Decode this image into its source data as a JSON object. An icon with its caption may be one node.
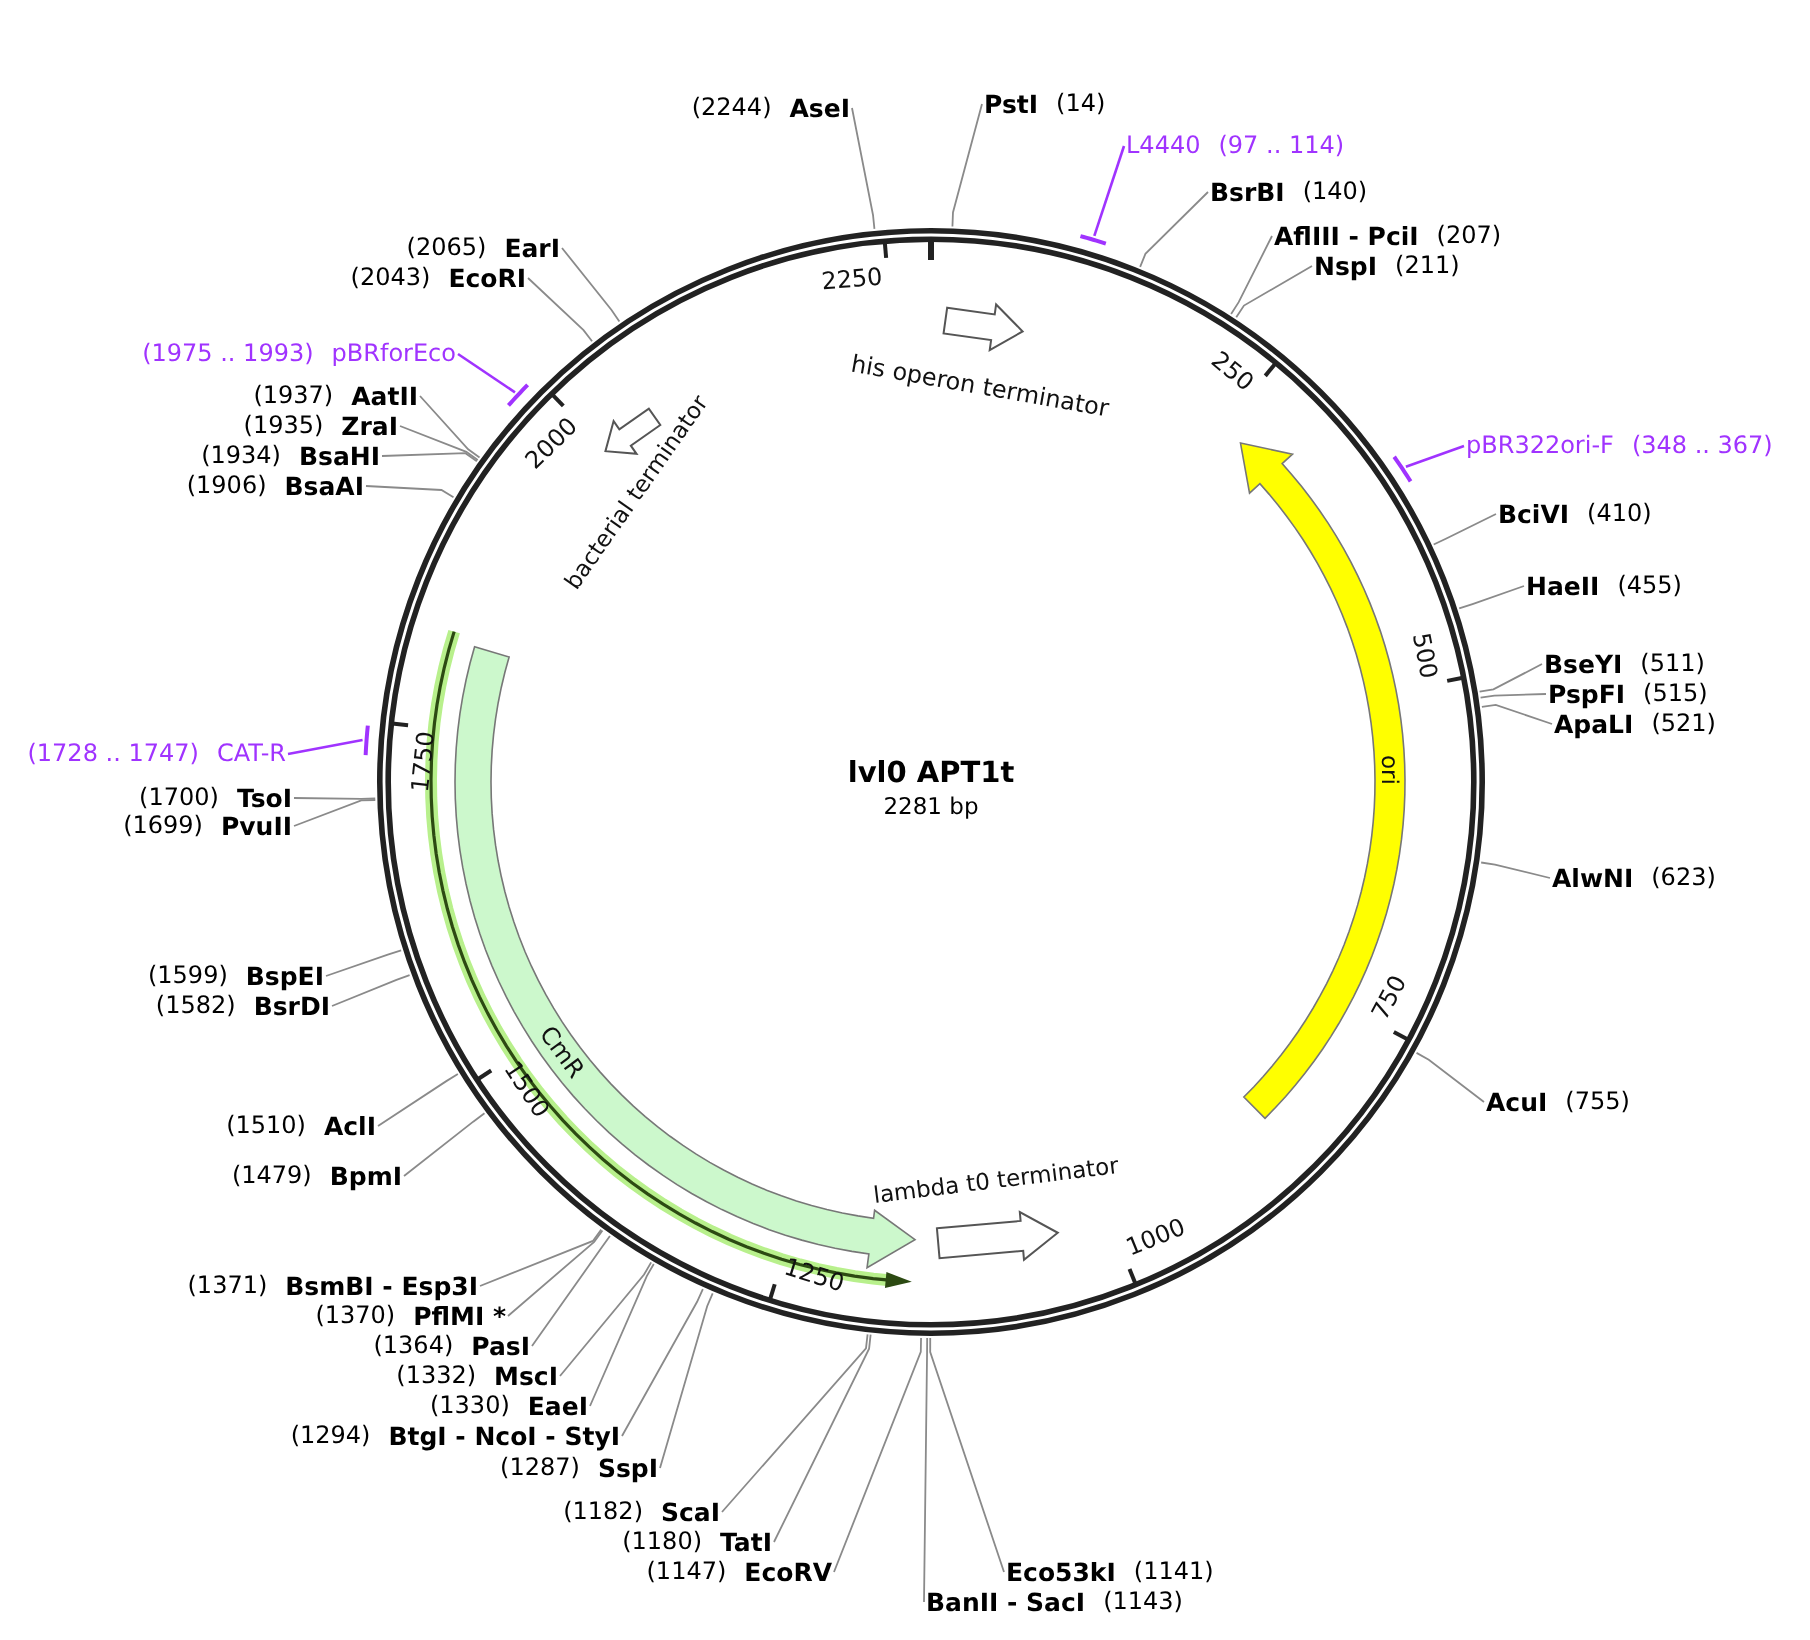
{
  "diagram": {
    "nodes": [
      {
        "text": [
          "(2244)",
          "AseI"
        ]
      },
      {
        "text": [
          "PstI",
          "(14)"
        ]
      },
      {
        "text": [
          "L4440",
          "(97 .. 114)"
        ]
      },
      {
        "text": [
          "BsrBI",
          "(140)"
        ]
      },
      {
        "text": [
          "AflIII - PciI",
          "(207)"
        ]
      },
      {
        "text": [
          "NspI",
          "(211)"
        ]
      },
      {
        "text": [
          "pBR322ori-F",
          "(348 .. 367)"
        ]
      },
      {
        "text": [
          "BciVI",
          "(410)"
        ]
      },
      {
        "text": [
          "HaeII",
          "(455)"
        ]
      },
      {
        "text": [
          "BseYI",
          "(511)"
        ]
      },
      {
        "text": [
          "PspFI",
          "(515)"
        ]
      },
      {
        "text": [
          "ApaLI",
          "(521)"
        ]
      },
      {
        "text": [
          "AlwNI",
          "(623)"
        ]
      },
      {
        "text": [
          "AcuI",
          "(755)"
        ]
      },
      {
        "text": [
          "Eco53kI",
          "(1141)"
        ]
      },
      {
        "text": [
          "BanII - SacI",
          "(1143)"
        ]
      },
      {
        "text": [
          "(1147)",
          "EcoRV"
        ]
      },
      {
        "text": [
          "(1180)",
          "TatI"
        ]
      },
      {
        "text": [
          "(1182)",
          "ScaI"
        ]
      },
      {
        "text": [
          "(1287)",
          "SspI"
        ]
      },
      {
        "text": [
          "(1294)",
          "BtgI - NcoI - StyI"
        ]
      },
      {
        "text": [
          "(1330)",
          "EaeI"
        ]
      },
      {
        "text": [
          "(1332)",
          "MscI"
        ]
      },
      {
        "text": [
          "(1364)",
          "PasI"
        ]
      },
      {
        "text": [
          "(1370)",
          "PflMI *"
        ]
      },
      {
        "text": [
          "(1371)",
          "BsmBI - Esp3I"
        ]
      },
      {
        "text": [
          "(1479)",
          "BpmI"
        ]
      },
      {
        "text": [
          "(1510)",
          "AclI"
        ]
      },
      {
        "text": [
          "(1582)",
          "BsrDI"
        ]
      },
      {
        "text": [
          "(1599)",
          "BspEI"
        ]
      },
      {
        "text": [
          "(1699)",
          "PvuII"
        ]
      },
      {
        "text": [
          "(1700)",
          "TsoI"
        ]
      },
      {
        "text": [
          "(1728 .. 1747)",
          "CAT-R"
        ]
      },
      {
        "text": [
          "(1906)",
          "BsaAI"
        ]
      },
      {
        "text": [
          "(1934)",
          "BsaHI"
        ]
      },
      {
        "text": [
          "(1935)",
          "ZraI"
        ]
      },
      {
        "text": [
          "(1937)",
          "AatII"
        ]
      },
      {
        "text": [
          "(1975 .. 1993)",
          "pBRforEco"
        ]
      },
      {
        "text": [
          "(2043)",
          "EcoRI"
        ]
      },
      {
        "text": [
          "(2065)",
          "EarI"
        ]
      },
      {
        "text": [
          "his operon terminator"
        ]
      },
      {
        "text": [
          "bacterial terminator"
        ]
      },
      {
        "text": [
          "ori"
        ]
      },
      {
        "text": [
          "CmR"
        ]
      },
      {
        "text": [
          "lambda t0 terminator"
        ]
      }
    ],
    "edges": [
      {
        "from": 0,
        "to": null,
        "arrow": "none"
      },
      {
        "from": 1,
        "to": null,
        "arrow": "none"
      },
      {
        "from": 2,
        "to": null,
        "arrow": "none",
        "color": "#a033ff"
      },
      {
        "from": 3,
        "to": null,
        "arrow": "none"
      },
      {
        "from": 4,
        "to": null,
        "arrow": "none"
      },
      {
        "from": 5,
        "to": null,
        "arrow": "none"
      },
      {
        "from": 6,
        "to": null,
        "arrow": "none",
        "color": "#a033ff"
      },
      {
        "from": 7,
        "to": null,
        "arrow": "none"
      },
      {
        "from": 8,
        "to": null,
        "arrow": "none"
      },
      {
        "from": 9,
        "to": null,
        "arrow": "none"
      },
      {
        "from": 10,
        "to": null,
        "arrow": "none"
      },
      {
        "from": 11,
        "to": null,
        "arrow": "none"
      },
      {
        "from": 12,
        "to": null,
        "arrow": "none"
      },
      {
        "from": 13,
        "to": null,
        "arrow": "none"
      },
      {
        "from": 14,
        "to": null,
        "arrow": "none"
      },
      {
        "from": 15,
        "to": null,
        "arrow": "none"
      },
      {
        "from": 16,
        "to": null,
        "arrow": "none"
      },
      {
        "from": 17,
        "to": null,
        "arrow": "none"
      },
      {
        "from": 18,
        "to": null,
        "arrow": "none"
      },
      {
        "from": 19,
        "to": null,
        "arrow": "none"
      },
      {
        "from": 20,
        "to": null,
        "arrow": "none"
      },
      {
        "from": 21,
        "to": null,
        "arrow": "none"
      },
      {
        "from": 22,
        "to": null,
        "arrow": "none"
      },
      {
        "from": 23,
        "to": null,
        "arrow": "none"
      },
      {
        "from": 24,
        "to": null,
        "arrow": "none"
      },
      {
        "from": 25,
        "to": null,
        "arrow": "none"
      },
      {
        "from": 26,
        "to": null,
        "arrow": "none"
      },
      {
        "from": 27,
        "to": null,
        "arrow": "none"
      },
      {
        "from": 28,
        "to": null,
        "arrow": "none"
      },
      {
        "from": 29,
        "to": null,
        "arrow": "none"
      },
      {
        "from": 30,
        "to": null,
        "arrow": "none"
      },
      {
        "from": 31,
        "to": null,
        "arrow": "none"
      },
      {
        "from": 32,
        "to": null,
        "arrow": "none",
        "color": "#a033ff"
      },
      {
        "from": 33,
        "to": null,
        "arrow": "none"
      },
      {
        "from": 34,
        "to": null,
        "arrow": "none"
      },
      {
        "from": 35,
        "to": null,
        "arrow": "none"
      },
      {
        "from": 36,
        "to": null,
        "arrow": "none"
      },
      {
        "from": 37,
        "to": null,
        "arrow": "none",
        "color": "#a033ff"
      },
      {
        "from": 38,
        "to": null,
        "arrow": "none"
      },
      {
        "from": 39,
        "to": null,
        "arrow": "none"
      }
    ],
    "labels": [
      "lvl0 APT1t",
      "2281 bp",
      "2250",
      "250",
      "500",
      "750",
      "1000",
      "1250",
      "1500",
      "1750",
      "2000"
    ]
  }
}
